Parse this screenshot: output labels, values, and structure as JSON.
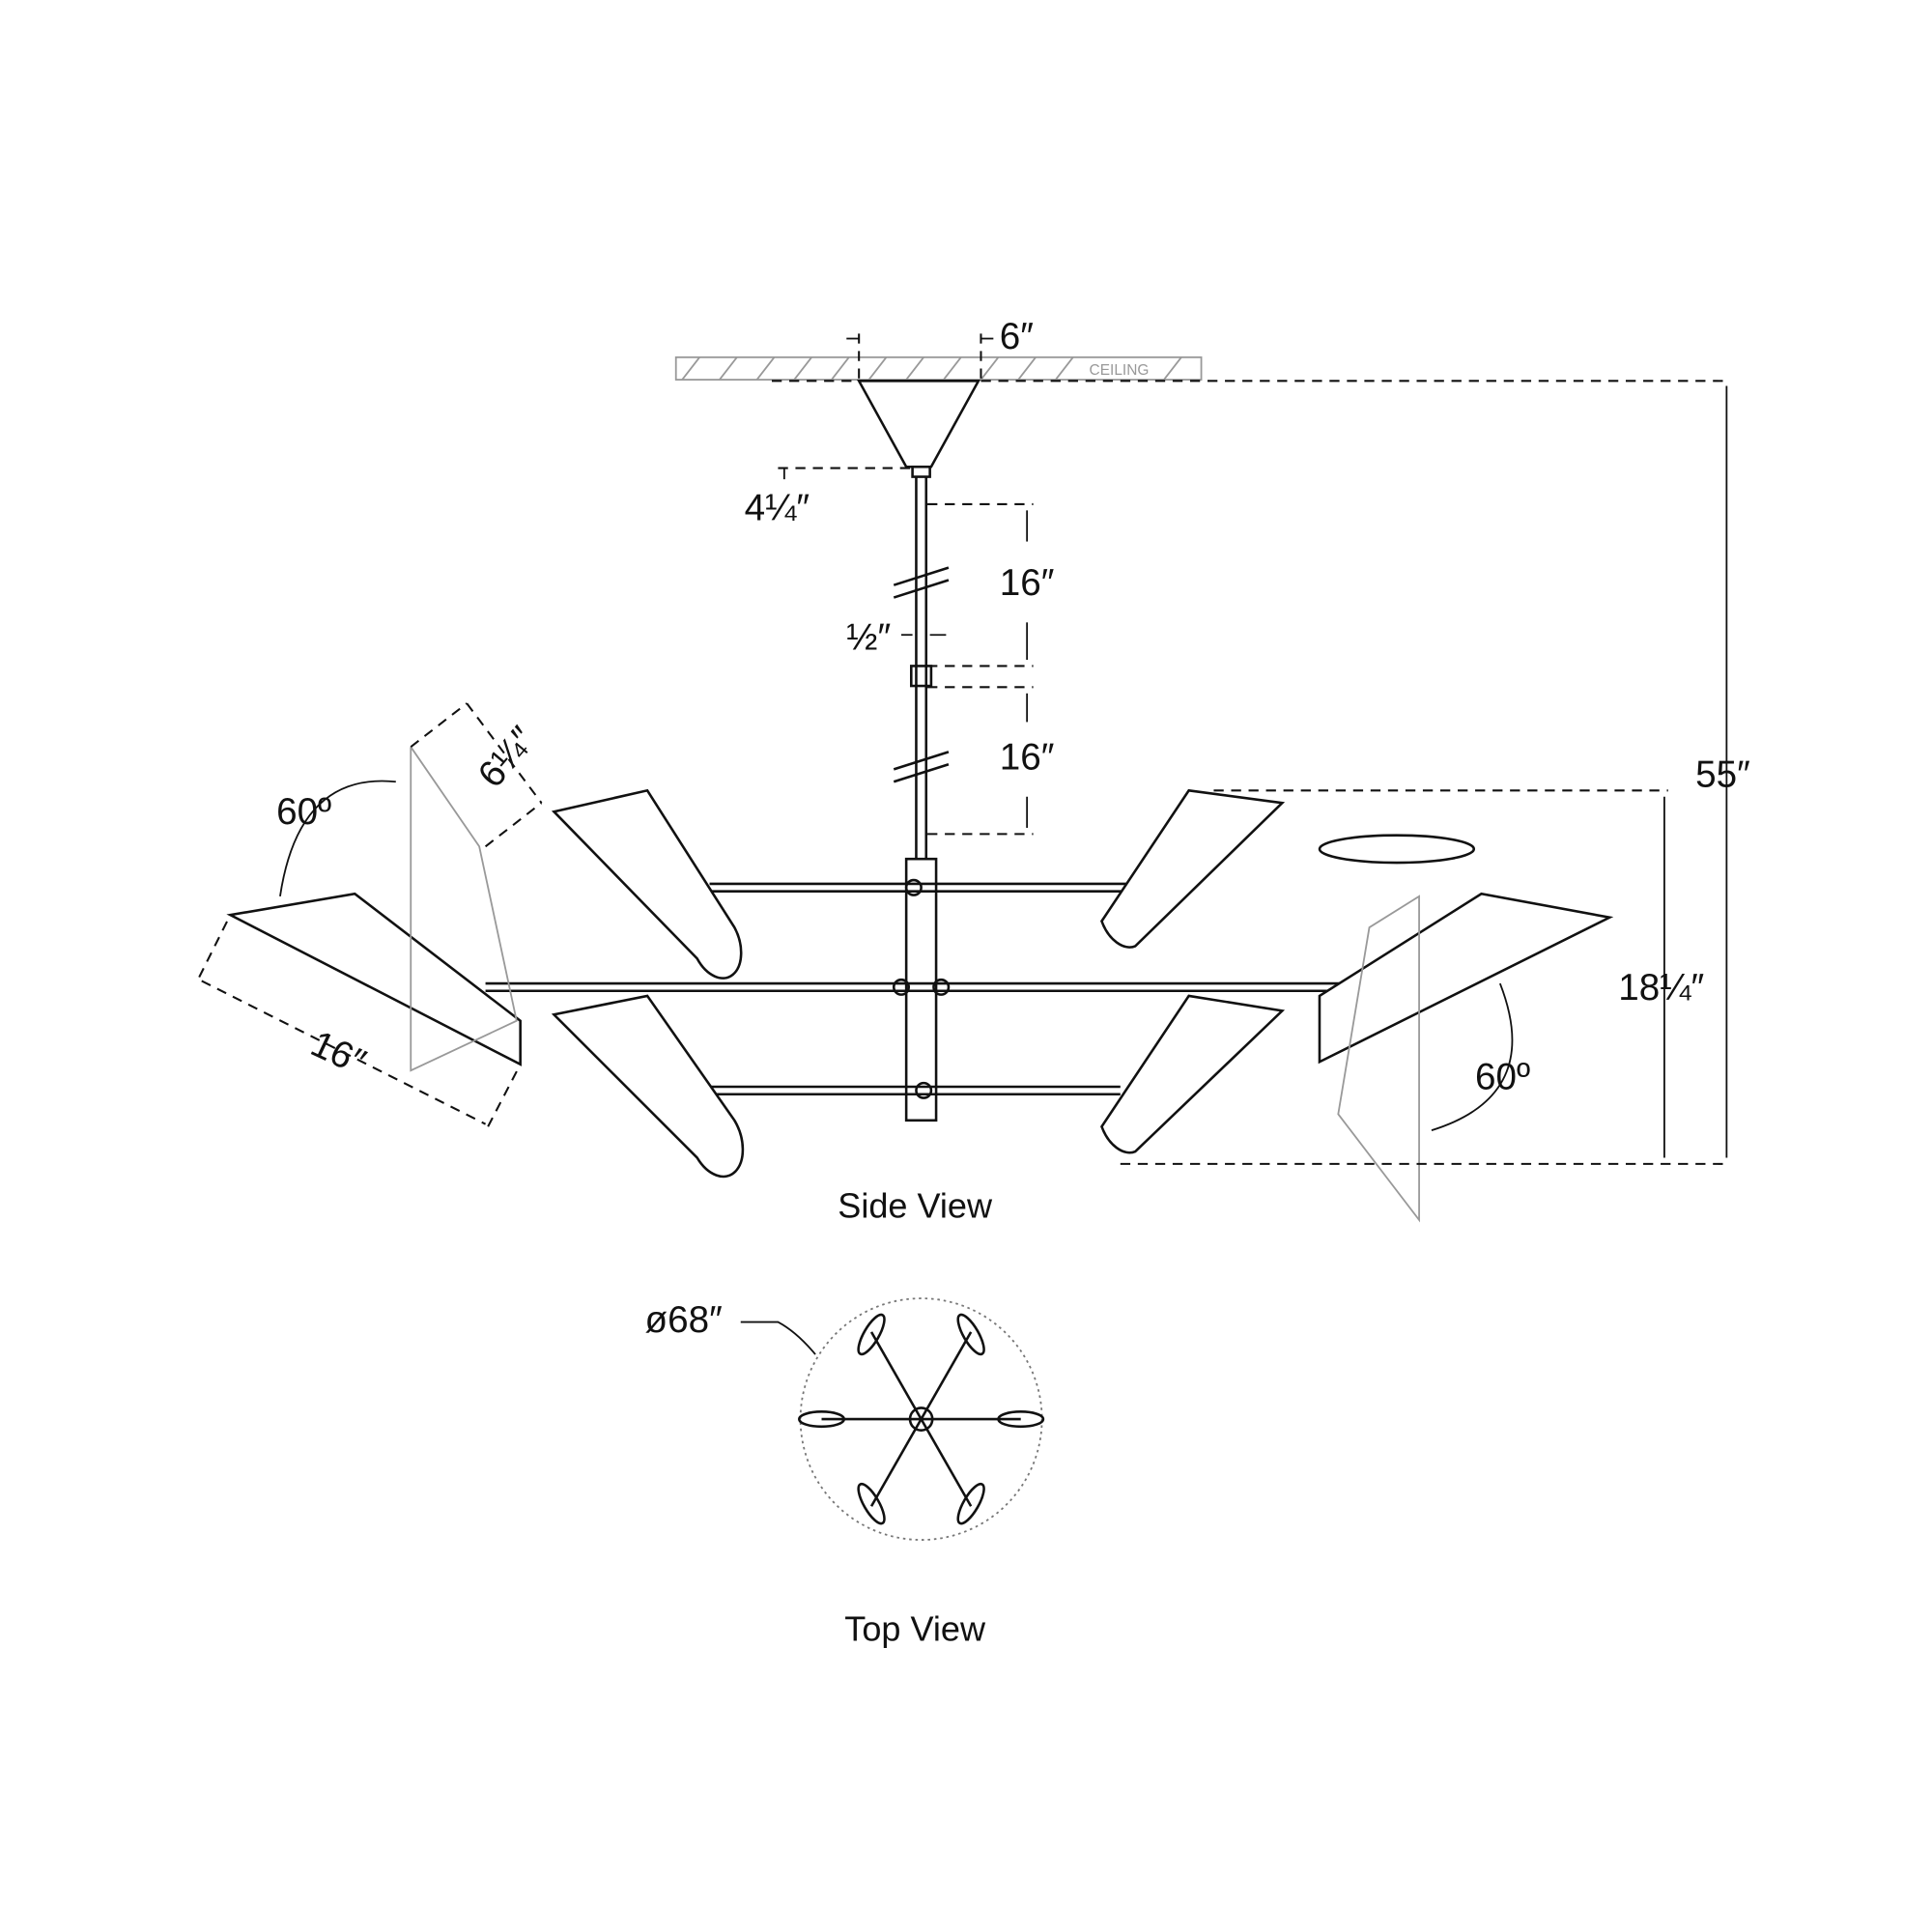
{
  "ceiling_label": "CEILING",
  "dimensions": {
    "canopy_width": "6″",
    "canopy_height": "4¼″",
    "stem_upper": "16″",
    "stem_lower": "16″",
    "stem_diameter": "½″",
    "overall_height": "55″",
    "fixture_height": "18¼″",
    "shade_length": "16″",
    "shade_width": "6¼″",
    "angle_left": "60º",
    "angle_right": "60º",
    "diameter": "ø68″"
  },
  "views": {
    "side": "Side View",
    "top": "Top View"
  }
}
